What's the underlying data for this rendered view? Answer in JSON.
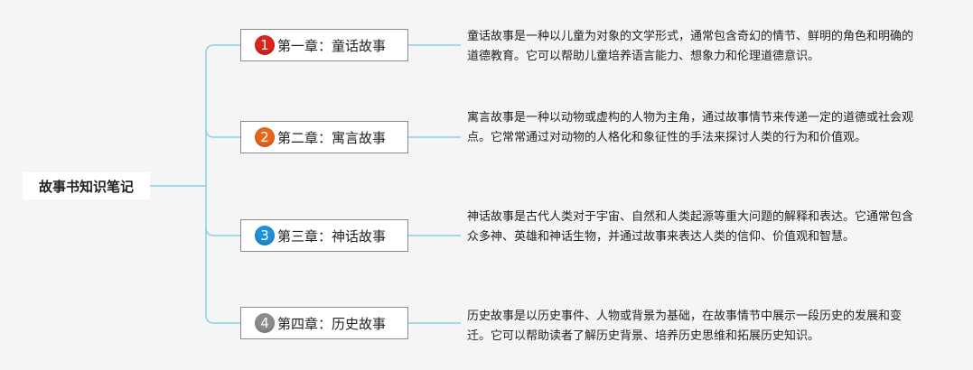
{
  "root": {
    "label": "故事书知识笔记"
  },
  "chapters": [
    {
      "number": "1",
      "label": "第一章：童话故事",
      "badge_color": "#d9261c",
      "description": "童话故事是一种以儿童为对象的文学形式，通常包含奇幻的情节、鲜明的角色和明确的道德教育。它可以帮助儿童培养语言能力、想象力和伦理道德意识。"
    },
    {
      "number": "2",
      "label": "第二章：寓言故事",
      "badge_color": "#e8651c",
      "description": "寓言故事是一种以动物或虚构的人物为主角，通过故事情节来传递一定的道德或社会观点。它常常通过对动物的人格化和象征性的手法来探讨人类的行为和价值观。"
    },
    {
      "number": "3",
      "label": "第三章：神话故事",
      "badge_color": "#1f8fd6",
      "description": "神话故事是古代人类对于宇宙、自然和人类起源等重大问题的解释和表达。它通常包含众多神、英雄和神话生物，并通过故事来表达人类的信仰、价值观和智慧。"
    },
    {
      "number": "4",
      "label": "第四章：历史故事",
      "badge_color": "#8c8c8c",
      "description": "历史故事是以历史事件、人物或背景为基础，在故事情节中展示一段历史的发展和变迁。它可以帮助读者了解历史背景、培养历史思维和拓展历史知识。"
    }
  ],
  "connector_color": "#88d2e6"
}
